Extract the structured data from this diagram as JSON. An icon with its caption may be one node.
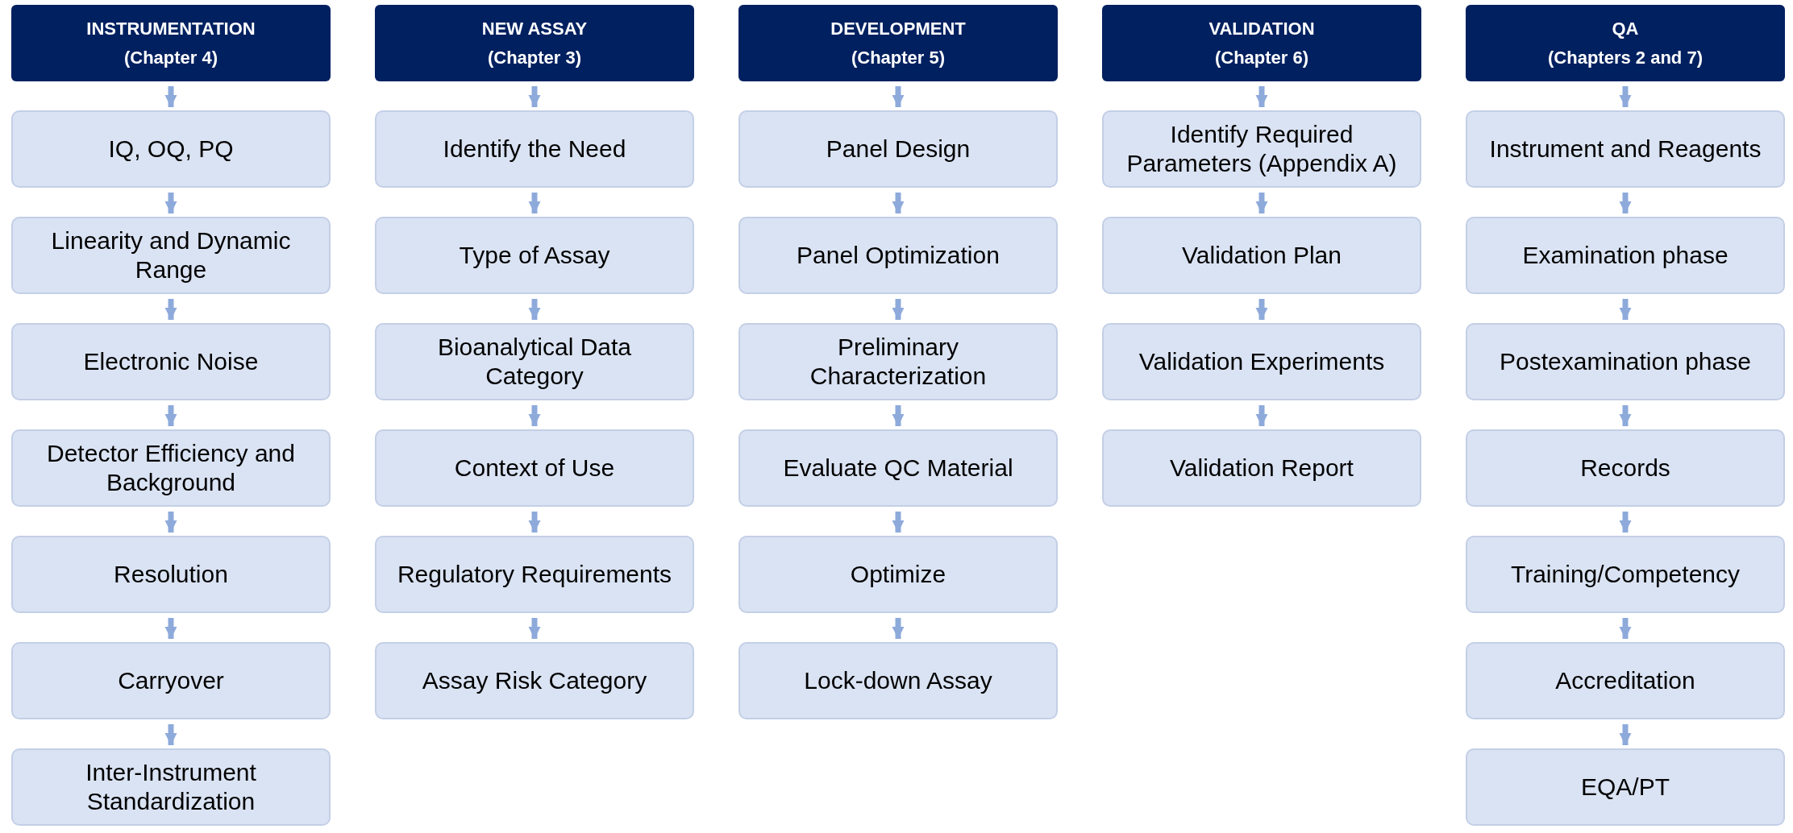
{
  "diagram": {
    "nodes": [
      {
        "text": [
          "INSTRUMENTATION",
          "(Chapter 4)"
        ]
      },
      {
        "text": [
          "IQ, OQ, PQ"
        ]
      },
      {
        "text": [
          "Linearity and Dynamic Range"
        ]
      },
      {
        "text": [
          "Electronic Noise"
        ]
      },
      {
        "text": [
          "Detector Efficiency and Background"
        ]
      },
      {
        "text": [
          "Resolution"
        ]
      },
      {
        "text": [
          "Carryover"
        ]
      },
      {
        "text": [
          "Inter-Instrument Standardization"
        ]
      },
      {
        "text": [
          "NEW ASSAY",
          "(Chapter 3)"
        ]
      },
      {
        "text": [
          "Identify the Need"
        ]
      },
      {
        "text": [
          "Type of Assay"
        ]
      },
      {
        "text": [
          "Bioanalytical Data Category"
        ]
      },
      {
        "text": [
          "Context of Use"
        ]
      },
      {
        "text": [
          "Regulatory Requirements"
        ]
      },
      {
        "text": [
          "Assay Risk Category"
        ]
      },
      {
        "text": [
          "DEVELOPMENT",
          "(Chapter 5)"
        ]
      },
      {
        "text": [
          "Panel Design"
        ]
      },
      {
        "text": [
          "Panel Optimization"
        ]
      },
      {
        "text": [
          "Preliminary Characterization"
        ]
      },
      {
        "text": [
          "Evaluate QC Material"
        ]
      },
      {
        "text": [
          "Optimize"
        ]
      },
      {
        "text": [
          "Lock-down Assay"
        ]
      },
      {
        "text": [
          "VALIDATION",
          "(Chapter 6)"
        ]
      },
      {
        "text": [
          "Identify Required Parameters (Appendix A)"
        ]
      },
      {
        "text": [
          "Validation Plan"
        ]
      },
      {
        "text": [
          "Validation Experiments"
        ]
      },
      {
        "text": [
          "Validation Report"
        ]
      },
      {
        "text": [
          "QA",
          "(Chapters 2 and 7)"
        ]
      },
      {
        "text": [
          "Instrument and Reagents"
        ]
      },
      {
        "text": [
          "Examination phase"
        ]
      },
      {
        "text": [
          "Postexamination phase"
        ]
      },
      {
        "text": [
          "Records"
        ]
      },
      {
        "text": [
          "Training/Competency"
        ]
      },
      {
        "text": [
          "Accreditation"
        ]
      },
      {
        "text": [
          "EQA/PT"
        ]
      }
    ],
    "edges": [
      {
        "from": 0,
        "to": 1,
        "arrow": "to"
      },
      {
        "from": 1,
        "to": 2,
        "arrow": "to"
      },
      {
        "from": 2,
        "to": 3,
        "arrow": "to"
      },
      {
        "from": 3,
        "to": 4,
        "arrow": "to"
      },
      {
        "from": 4,
        "to": 5,
        "arrow": "to"
      },
      {
        "from": 5,
        "to": 6,
        "arrow": "to"
      },
      {
        "from": 6,
        "to": 7,
        "arrow": "to"
      },
      {
        "from": 8,
        "to": 9,
        "arrow": "to"
      },
      {
        "from": 9,
        "to": 10,
        "arrow": "to"
      },
      {
        "from": 10,
        "to": 11,
        "arrow": "to"
      },
      {
        "from": 11,
        "to": 12,
        "arrow": "to"
      },
      {
        "from": 12,
        "to": 13,
        "arrow": "to"
      },
      {
        "from": 13,
        "to": 14,
        "arrow": "to"
      },
      {
        "from": 15,
        "to": 16,
        "arrow": "to"
      },
      {
        "from": 16,
        "to": 17,
        "arrow": "to"
      },
      {
        "from": 17,
        "to": 18,
        "arrow": "to"
      },
      {
        "from": 18,
        "to": 19,
        "arrow": "to"
      },
      {
        "from": 19,
        "to": 20,
        "arrow": "to"
      },
      {
        "from": 20,
        "to": 21,
        "arrow": "to"
      },
      {
        "from": 22,
        "to": 23,
        "arrow": "to"
      },
      {
        "from": 23,
        "to": 24,
        "arrow": "to"
      },
      {
        "from": 24,
        "to": 25,
        "arrow": "to"
      },
      {
        "from": 25,
        "to": 26,
        "arrow": "to"
      },
      {
        "from": 27,
        "to": 28,
        "arrow": "to"
      },
      {
        "from": 28,
        "to": 29,
        "arrow": "to"
      },
      {
        "from": 29,
        "to": 30,
        "arrow": "to"
      },
      {
        "from": 30,
        "to": 31,
        "arrow": "to"
      },
      {
        "from": 31,
        "to": 32,
        "arrow": "to"
      },
      {
        "from": 32,
        "to": 33,
        "arrow": "to"
      },
      {
        "from": 33,
        "to": 34,
        "arrow": "to"
      }
    ]
  }
}
